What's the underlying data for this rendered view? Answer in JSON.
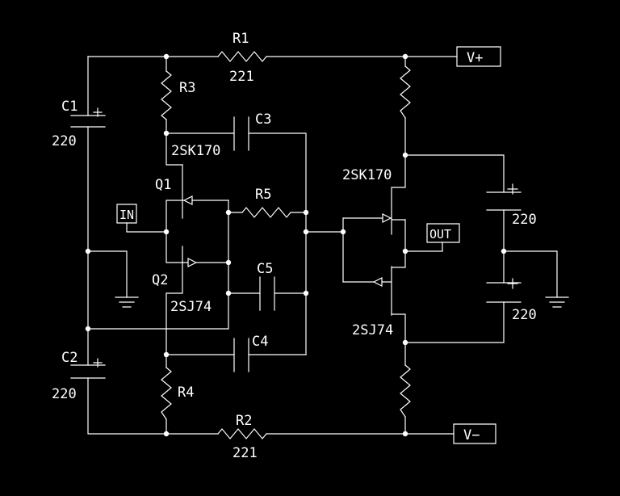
{
  "components": {
    "r1": {
      "ref": "R1",
      "value": "221"
    },
    "r2": {
      "ref": "R2",
      "value": "221"
    },
    "r3": {
      "ref": "R3"
    },
    "r4": {
      "ref": "R4"
    },
    "r5": {
      "ref": "R5"
    },
    "c1": {
      "ref": "C1",
      "value": "220"
    },
    "c2": {
      "ref": "C2",
      "value": "220"
    },
    "c3": {
      "ref": "C3"
    },
    "c4": {
      "ref": "C4"
    },
    "c5": {
      "ref": "C5"
    },
    "q1": {
      "ref": "Q1",
      "part": "2SK170"
    },
    "q2": {
      "ref": "Q2",
      "part": "2SJ74"
    },
    "q3": {
      "part": "2SK170"
    },
    "q4": {
      "part": "2SJ74"
    },
    "c6": {
      "value": "220"
    },
    "c7": {
      "value": "220"
    }
  },
  "ports": {
    "vplus": "V+",
    "vminus": "V−",
    "input": "IN",
    "output": "OUT"
  },
  "colors": {
    "background": "#000000",
    "ink": "#ffffff"
  }
}
